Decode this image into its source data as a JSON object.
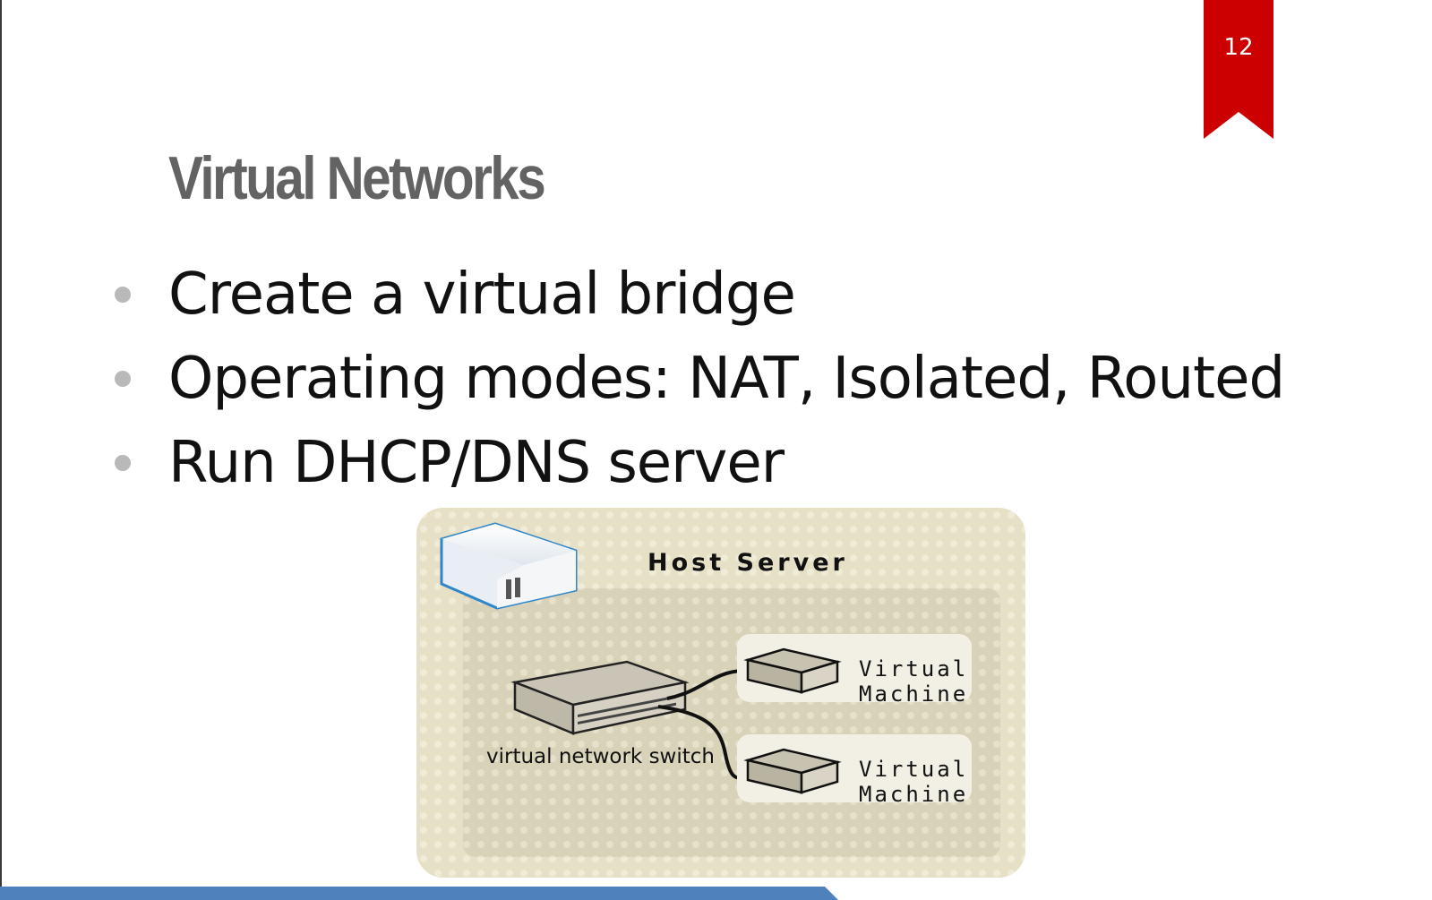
{
  "slide": {
    "page_number": "12",
    "title": "Virtual Networks",
    "bullets": [
      {
        "text": "Create a virtual bridge"
      },
      {
        "text": "Operating modes: NAT, Isolated, Routed"
      },
      {
        "text": "Run DHCP/DNS server"
      }
    ]
  },
  "diagram": {
    "host_label": "Host Server",
    "switch_label": "virtual network switch",
    "vm1_label_line1": "Virtual",
    "vm1_label_line2": "Machine",
    "vm2_label_line1": "Virtual",
    "vm2_label_line2": "Machine"
  },
  "colors": {
    "bookmark": "#cc0000",
    "title": "#636363",
    "bullet_dot": "#b9b9b9",
    "bottom_bar": "#4f81bd",
    "diagram_background": "#e6e0c6"
  }
}
